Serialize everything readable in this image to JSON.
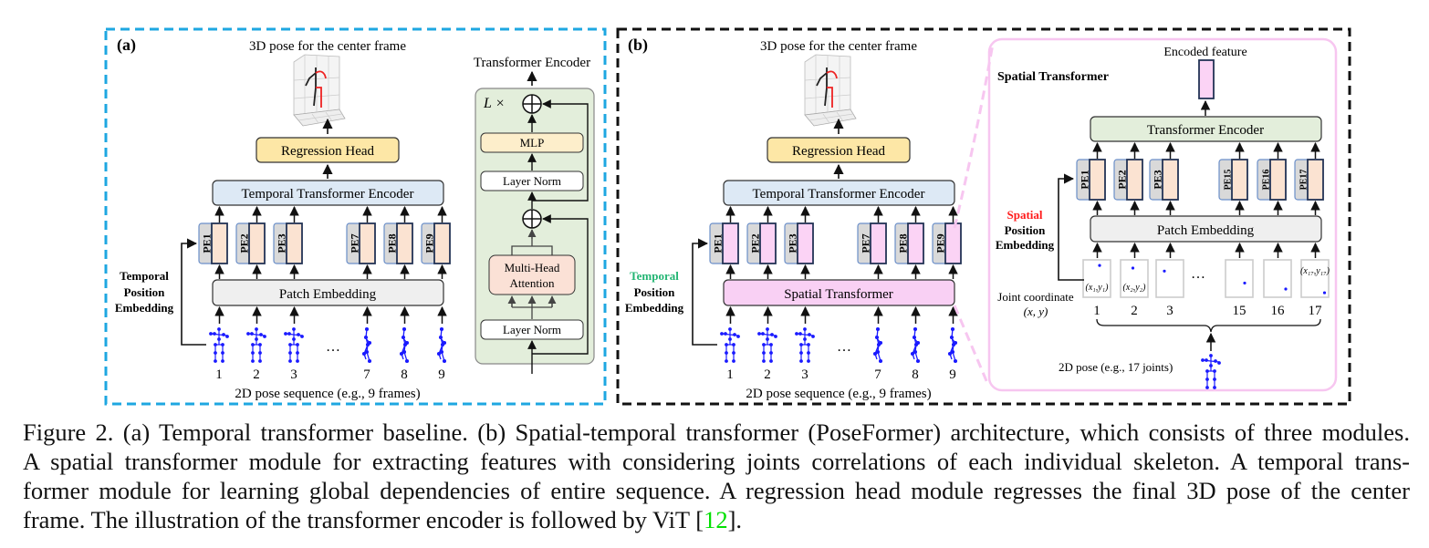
{
  "panel_a": {
    "label": "(a)",
    "output_label": "3D pose for the center frame",
    "regression_head": "Regression Head",
    "temporal_encoder": "Temporal Transformer Encoder",
    "patch_embedding": "Patch Embedding",
    "pe_labels": [
      "PE1",
      "PE2",
      "PE3",
      "PE7",
      "PE8",
      "PE9"
    ],
    "frame_numbers": [
      "1",
      "2",
      "3",
      "7",
      "8",
      "9"
    ],
    "ellipsis": "…",
    "position_embedding_label": [
      "Temporal",
      "Position",
      "Embedding"
    ],
    "sequence_label": "2D pose sequence (e.g., 9 frames)"
  },
  "encoder_detail": {
    "title": "Transformer Encoder",
    "repeat_label": "L ×",
    "mlp": "MLP",
    "layer_norm_top": "Layer Norm",
    "attention": [
      "Multi-Head",
      "Attention"
    ],
    "layer_norm_bottom": "Layer Norm"
  },
  "panel_b": {
    "label": "(b)",
    "output_label": "3D pose for the center frame",
    "regression_head": "Regression Head",
    "temporal_encoder": "Temporal Transformer Encoder",
    "spatial_transformer": "Spatial Transformer",
    "pe_labels": [
      "PE1",
      "PE2",
      "PE3",
      "PE7",
      "PE8",
      "PE9"
    ],
    "frame_numbers": [
      "1",
      "2",
      "3",
      "7",
      "8",
      "9"
    ],
    "ellipsis": "…",
    "position_embedding_label": [
      "Temporal",
      "Position",
      "Embedding"
    ],
    "position_embedding_highlight_color": "#22b573",
    "sequence_label": "2D pose sequence (e.g., 9 frames)"
  },
  "spatial_detail": {
    "title": "Spatial Transformer",
    "encoded_feature": "Encoded feature",
    "transformer_encoder": "Transformer Encoder",
    "patch_embedding": "Patch Embedding",
    "pe_labels": [
      "PE1",
      "PE2",
      "PE3",
      "PE15",
      "PE16",
      "PE17"
    ],
    "joint_numbers": [
      "1",
      "2",
      "3",
      "15",
      "16",
      "17"
    ],
    "joint_coords": [
      "(x₁,y₁)",
      "(x₂,y₂)",
      "",
      "",
      "",
      "(x₁₇,y₁₇)"
    ],
    "ellipsis": "…",
    "position_embedding_label": [
      "Spatial",
      "Position",
      "Embedding"
    ],
    "position_embedding_highlight_color": "#ff1a1a",
    "joint_coordinate_label": [
      "Joint coordinate",
      "(x, y)"
    ],
    "pose_label": "2D pose (e.g., 17 joints)"
  },
  "colors": {
    "panel_a_border": "#1ea7e1",
    "panel_b_border": "#111111",
    "regression_fill": "#fde7a6",
    "temporal_fill": "#dde9f5",
    "patch_fill": "#efefef",
    "token_fill": "#fbe3d2",
    "pink_token_fill": "#fbd3f5",
    "spatial_fill": "#f9d0f4",
    "encoder_green": "#e3eedb",
    "attention_fill": "#fbe1d6",
    "pe_fill": "#d9d9d9",
    "pe_border": "#6b8fc9",
    "skeleton": "#1a1aff",
    "cite": "#00e000"
  },
  "caption": {
    "lines": [
      "Figure 2. (a) Temporal transformer baseline. (b) Spatial-temporal transformer (PoseFormer) architecture, which consists of three modules.",
      "A spatial transformer module for extracting features with considering joints correlations of each individual skeleton.  A temporal trans-",
      "former module for learning global dependencies of entire sequence.  A regression head module regresses the final 3D pose of the center",
      "frame. The illustration of the transformer encoder is followed by ViT ["
    ],
    "citation": "12",
    "tail": "]."
  }
}
